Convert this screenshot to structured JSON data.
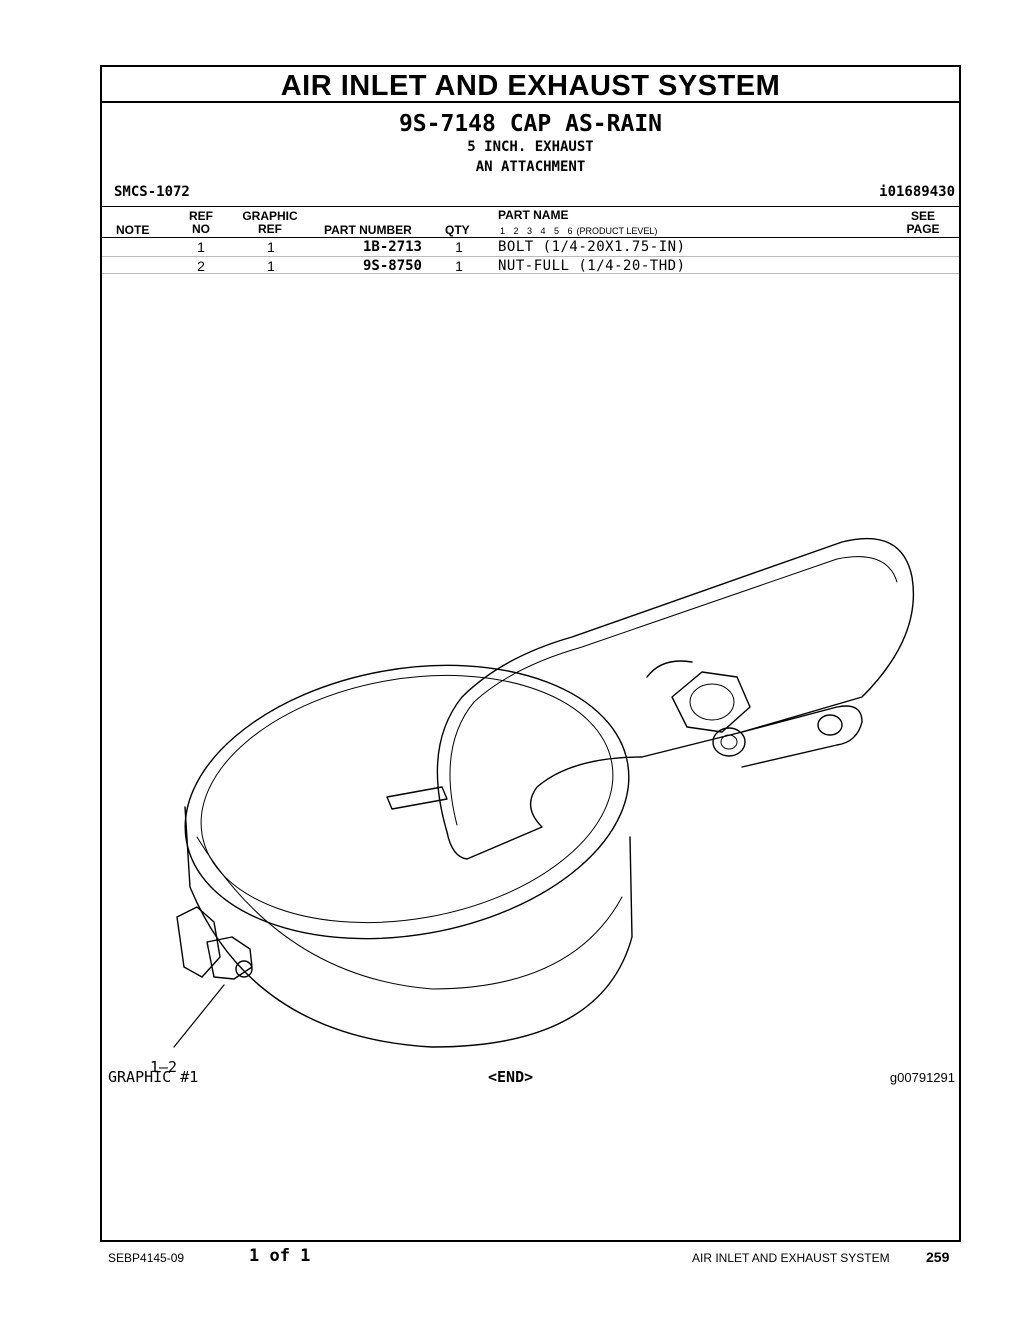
{
  "header": {
    "title": "AIR INLET AND EXHAUST SYSTEM",
    "subtitle": "9S-7148 CAP AS-RAIN",
    "line1": "5 INCH. EXHAUST",
    "line2": "AN ATTACHMENT",
    "smcs": "SMCS-1072",
    "illustration_id": "i01689430"
  },
  "columns": {
    "note": "NOTE",
    "ref_top": "REF",
    "ref_bottom": "NO",
    "graphic_top": "GRAPHIC",
    "graphic_bottom": "REF",
    "part_number": "PART NUMBER",
    "qty": "QTY",
    "part_name": "PART NAME",
    "levels": "1 2 3 4 5 6",
    "product_level": "(PRODUCT LEVEL)",
    "see_top": "SEE",
    "see_bottom": "PAGE"
  },
  "parts": [
    {
      "note": "",
      "ref_no": "1",
      "graphic_ref": "1",
      "part_number": "1B-2713",
      "qty": "1",
      "part_name": "BOLT (1/4-20X1.75-IN)",
      "see_page": ""
    },
    {
      "note": "",
      "ref_no": "2",
      "graphic_ref": "1",
      "part_number": "9S-8750",
      "qty": "1",
      "part_name": "NUT-FULL (1/4-20-THD)",
      "see_page": ""
    }
  ],
  "graphic": {
    "callout": "1–2",
    "label": "GRAPHIC #1",
    "end": "<END>",
    "graphic_id": "g00791291"
  },
  "footer": {
    "doc_id": "SEBP4145-09",
    "page_of": "1 of 1",
    "section": "AIR INLET AND EXHAUST SYSTEM",
    "page_number": "259"
  }
}
